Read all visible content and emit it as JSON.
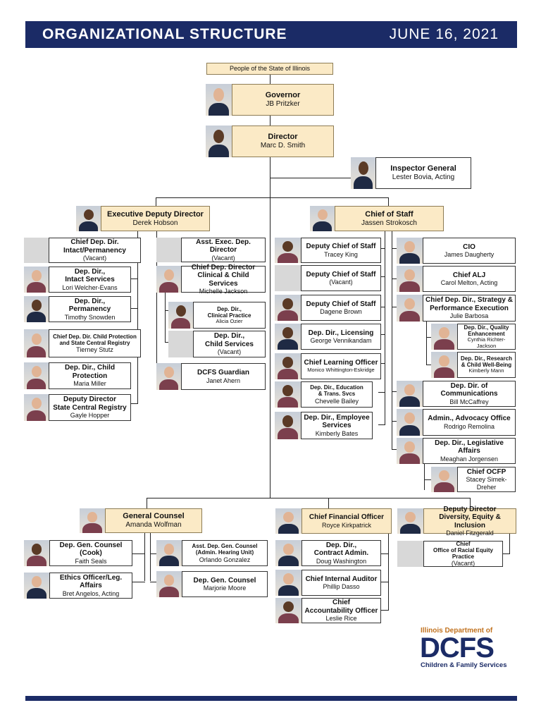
{
  "header": {
    "title": "ORGANIZATIONAL STRUCTURE",
    "date": "JUNE 16, 2021"
  },
  "people": "People of the State of Illinois",
  "governor": {
    "title": "Governor",
    "name": "JB Pritzker"
  },
  "director": {
    "title": "Director",
    "name": "Marc D. Smith"
  },
  "inspector_general": {
    "title": "Inspector General",
    "name": "Lester Bovia, Acting"
  },
  "exec_deputy": {
    "title": "Executive Deputy Director",
    "name": "Derek Hobson"
  },
  "chief_of_staff": {
    "title": "Chief of Staff",
    "name": "Jassen Strokosch"
  },
  "intact": {
    "title": "Chief Dep. Dir.\nIntact/Permanency",
    "name": "(Vacant)"
  },
  "intact_services": {
    "title": "Dep. Dir.,\nIntact Services",
    "name": "Lori Welcher-Evans"
  },
  "permanency": {
    "title": "Dep. Dir.,\nPermanency",
    "name": "Timothy Snowden"
  },
  "child_protection_chief": {
    "title": "Chief Dep. Dir. Child Protection\nand State Central Registry",
    "name": "Tierney Stutz"
  },
  "child_protection": {
    "title": "Dep. Dir., Child Protection",
    "name": "Maria Miller"
  },
  "scr": {
    "title": "Deputy Director\nState Central Registry",
    "name": "Gayle Hopper"
  },
  "asst_exec": {
    "title": "Asst. Exec. Dep. Director",
    "name": "(Vacant)"
  },
  "clinical_chief": {
    "title": "Chief Dep. Director\nClinical & Child Services",
    "name": "Michelle Jackson"
  },
  "clinical_practice": {
    "title": "Dep. Dir.,\nClinical Practice",
    "name": "Alicia Ozier"
  },
  "child_services": {
    "title": "Dep. Dir.,\nChild Services",
    "name": "(Vacant)"
  },
  "guardian": {
    "title": "DCFS Guardian",
    "name": "Janet Ahern"
  },
  "dcos_king": {
    "title": "Deputy Chief of Staff",
    "name": "Tracey King"
  },
  "dcos_vacant": {
    "title": "Deputy Chief of Staff",
    "name": "(Vacant)"
  },
  "dcos_brown": {
    "title": "Deputy Chief of Staff",
    "name": "Dagene Brown"
  },
  "licensing": {
    "title": "Dep. Dir., Licensing",
    "name": "George Vennikandam"
  },
  "learning": {
    "title": "Chief Learning Officer",
    "name": "Monico Whittington-Eskridge"
  },
  "education": {
    "title": "Dep. Dir., Education\n& Trans. Svcs",
    "name": "Chevelle Bailey"
  },
  "employee": {
    "title": "Dep. Dir., Employee\nServices",
    "name": "Kimberly Bates"
  },
  "cio": {
    "title": "CIO",
    "name": "James Daugherty"
  },
  "alj": {
    "title": "Chief ALJ",
    "name": "Carol Melton, Acting"
  },
  "strategy": {
    "title": "Chief Dep. Dir., Strategy &\nPerformance Execution",
    "name": "Julie Barbosa"
  },
  "quality": {
    "title": "Dep. Dir., Quality\nEnhancement",
    "name": "Cynthia Richter-Jackson"
  },
  "research": {
    "title": "Dep. Dir., Research\n& Child Well-Being",
    "name": "Kimberly Mann"
  },
  "communications": {
    "title": "Dep. Dir. of Communications",
    "name": "Bill McCaffrey"
  },
  "advocacy": {
    "title": "Admin., Advocacy Office",
    "name": "Rodrigo Remolina"
  },
  "legislative": {
    "title": "Dep. Dir., Legislative Affairs",
    "name": "Meaghan Jorgensen"
  },
  "ocfp": {
    "title": "Chief OCFP",
    "name": "Stacey Simek-Dreher"
  },
  "general_counsel": {
    "title": "General Counsel",
    "name": "Amanda Wolfman"
  },
  "gen_counsel_cook": {
    "title": "Dep. Gen. Counsel (Cook)",
    "name": "Faith Seals"
  },
  "ethics": {
    "title": "Ethics Officer/Leg. Affairs",
    "name": "Bret Angelos, Acting"
  },
  "asst_gen_counsel": {
    "title": "Asst. Dep. Gen. Counsel\n(Admin. Hearing Unit)",
    "name": "Orlando Gonzalez"
  },
  "gen_counsel_moore": {
    "title": "Dep. Gen. Counsel",
    "name": "Marjorie Moore"
  },
  "cfo": {
    "title": "Chief Financial Officer",
    "name": "Royce Kirkpatrick"
  },
  "contract": {
    "title": "Dep. Dir.,\nContract Admin.",
    "name": "Doug Washington"
  },
  "auditor": {
    "title": "Chief Internal Auditor",
    "name": "Phillip Dasso"
  },
  "accountability": {
    "title": "Chief\nAccountability Officer",
    "name": "Leslie Rice"
  },
  "dei": {
    "title": "Deputy Director\nDiversity, Equity & Inclusion",
    "name": "Daniel Fitzgerald"
  },
  "racial_equity": {
    "title": "Chief\nOffice of Racial Equity Practice",
    "name": "(Vacant)"
  },
  "logo": {
    "top": "Illinois Department of",
    "main": "DCFS",
    "bottom": "Children & Family Services"
  },
  "colors": {
    "navy": "#1b2b66",
    "tan": "#fbeac6",
    "logo_orange": "#c1721f"
  }
}
